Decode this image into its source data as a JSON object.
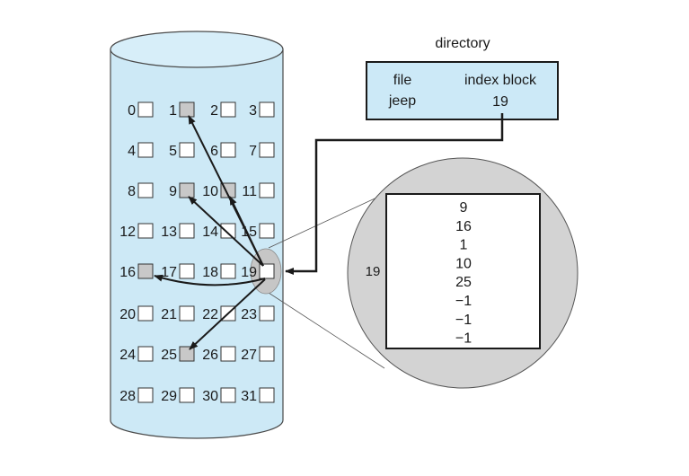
{
  "directory": {
    "title": "directory",
    "col_file": "file",
    "col_index_block": "index block",
    "file_name": "jeep",
    "index_block_value": "19"
  },
  "disk": {
    "blocks": [
      "0",
      "1",
      "2",
      "3",
      "4",
      "5",
      "6",
      "7",
      "8",
      "9",
      "10",
      "11",
      "12",
      "13",
      "14",
      "15",
      "16",
      "17",
      "18",
      "19",
      "20",
      "21",
      "22",
      "23",
      "24",
      "25",
      "26",
      "27",
      "28",
      "29",
      "30",
      "31"
    ],
    "used_blocks": [
      1,
      9,
      10,
      16,
      25
    ],
    "index_block": 19
  },
  "index_view": {
    "label": "19",
    "entries": [
      "9",
      "16",
      "1",
      "10",
      "25",
      "−1",
      "−1",
      "−1"
    ]
  },
  "colors": {
    "disk_fill": "#cde9f6",
    "disk_top": "#d7eef9",
    "directory_fill": "#cce9f7",
    "used_block": "#c8c8c8",
    "magnifier": "#d3d3d3"
  }
}
